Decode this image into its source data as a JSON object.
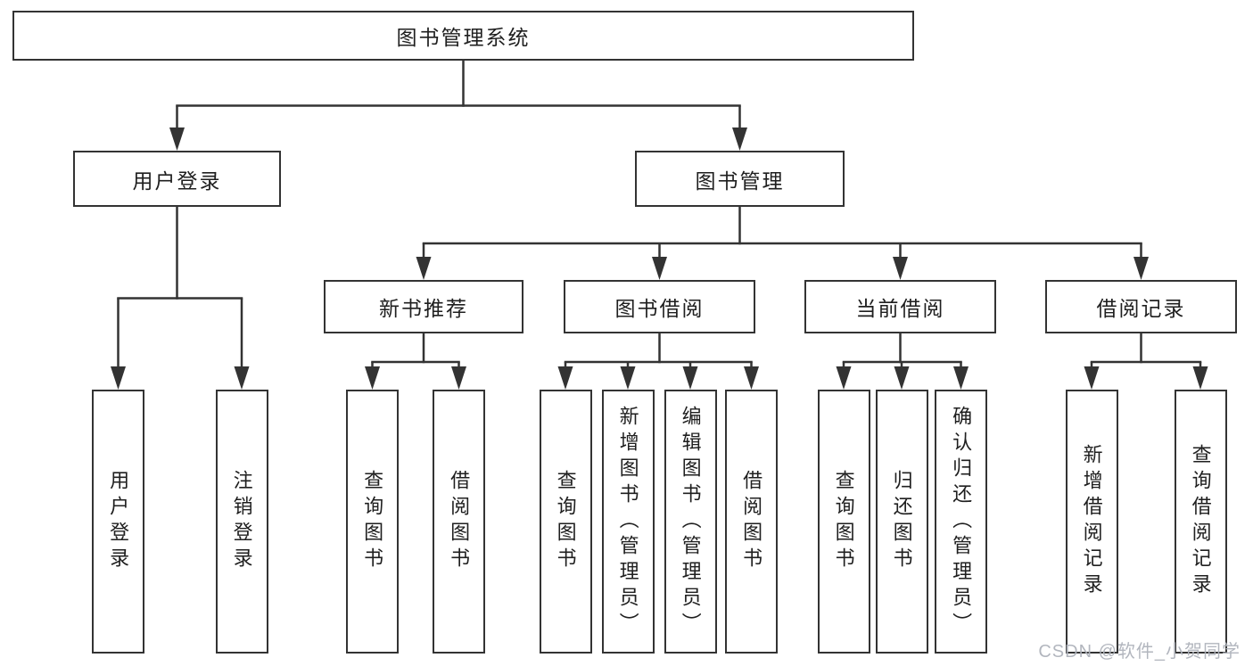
{
  "diagram": {
    "root_label": "图书管理系统",
    "branches": [
      {
        "label": "用户登录",
        "children": [
          {
            "label": "用户登录"
          },
          {
            "label": "注销登录"
          }
        ]
      },
      {
        "label": "图书管理",
        "children": [
          {
            "label": "新书推荐",
            "children": [
              {
                "label": "查询图书"
              },
              {
                "label": "借阅图书"
              }
            ]
          },
          {
            "label": "图书借阅",
            "children": [
              {
                "label": "查询图书"
              },
              {
                "label": "新增图书（管理员）"
              },
              {
                "label": "编辑图书（管理员）"
              },
              {
                "label": "借阅图书"
              }
            ]
          },
          {
            "label": "当前借阅",
            "children": [
              {
                "label": "查询图书"
              },
              {
                "label": "归还图书"
              },
              {
                "label": "确认归还（管理员）"
              }
            ]
          },
          {
            "label": "借阅记录",
            "children": [
              {
                "label": "新增借阅记录"
              },
              {
                "label": "查询借阅记录"
              }
            ]
          }
        ]
      }
    ]
  },
  "watermark": {
    "text": "CSDN @软件_小贺同学"
  },
  "colors": {
    "line": "#333333",
    "box_border": "#333333",
    "text": "#1f1f1f",
    "background": "#ffffff",
    "watermark": "#aeb2ba"
  }
}
